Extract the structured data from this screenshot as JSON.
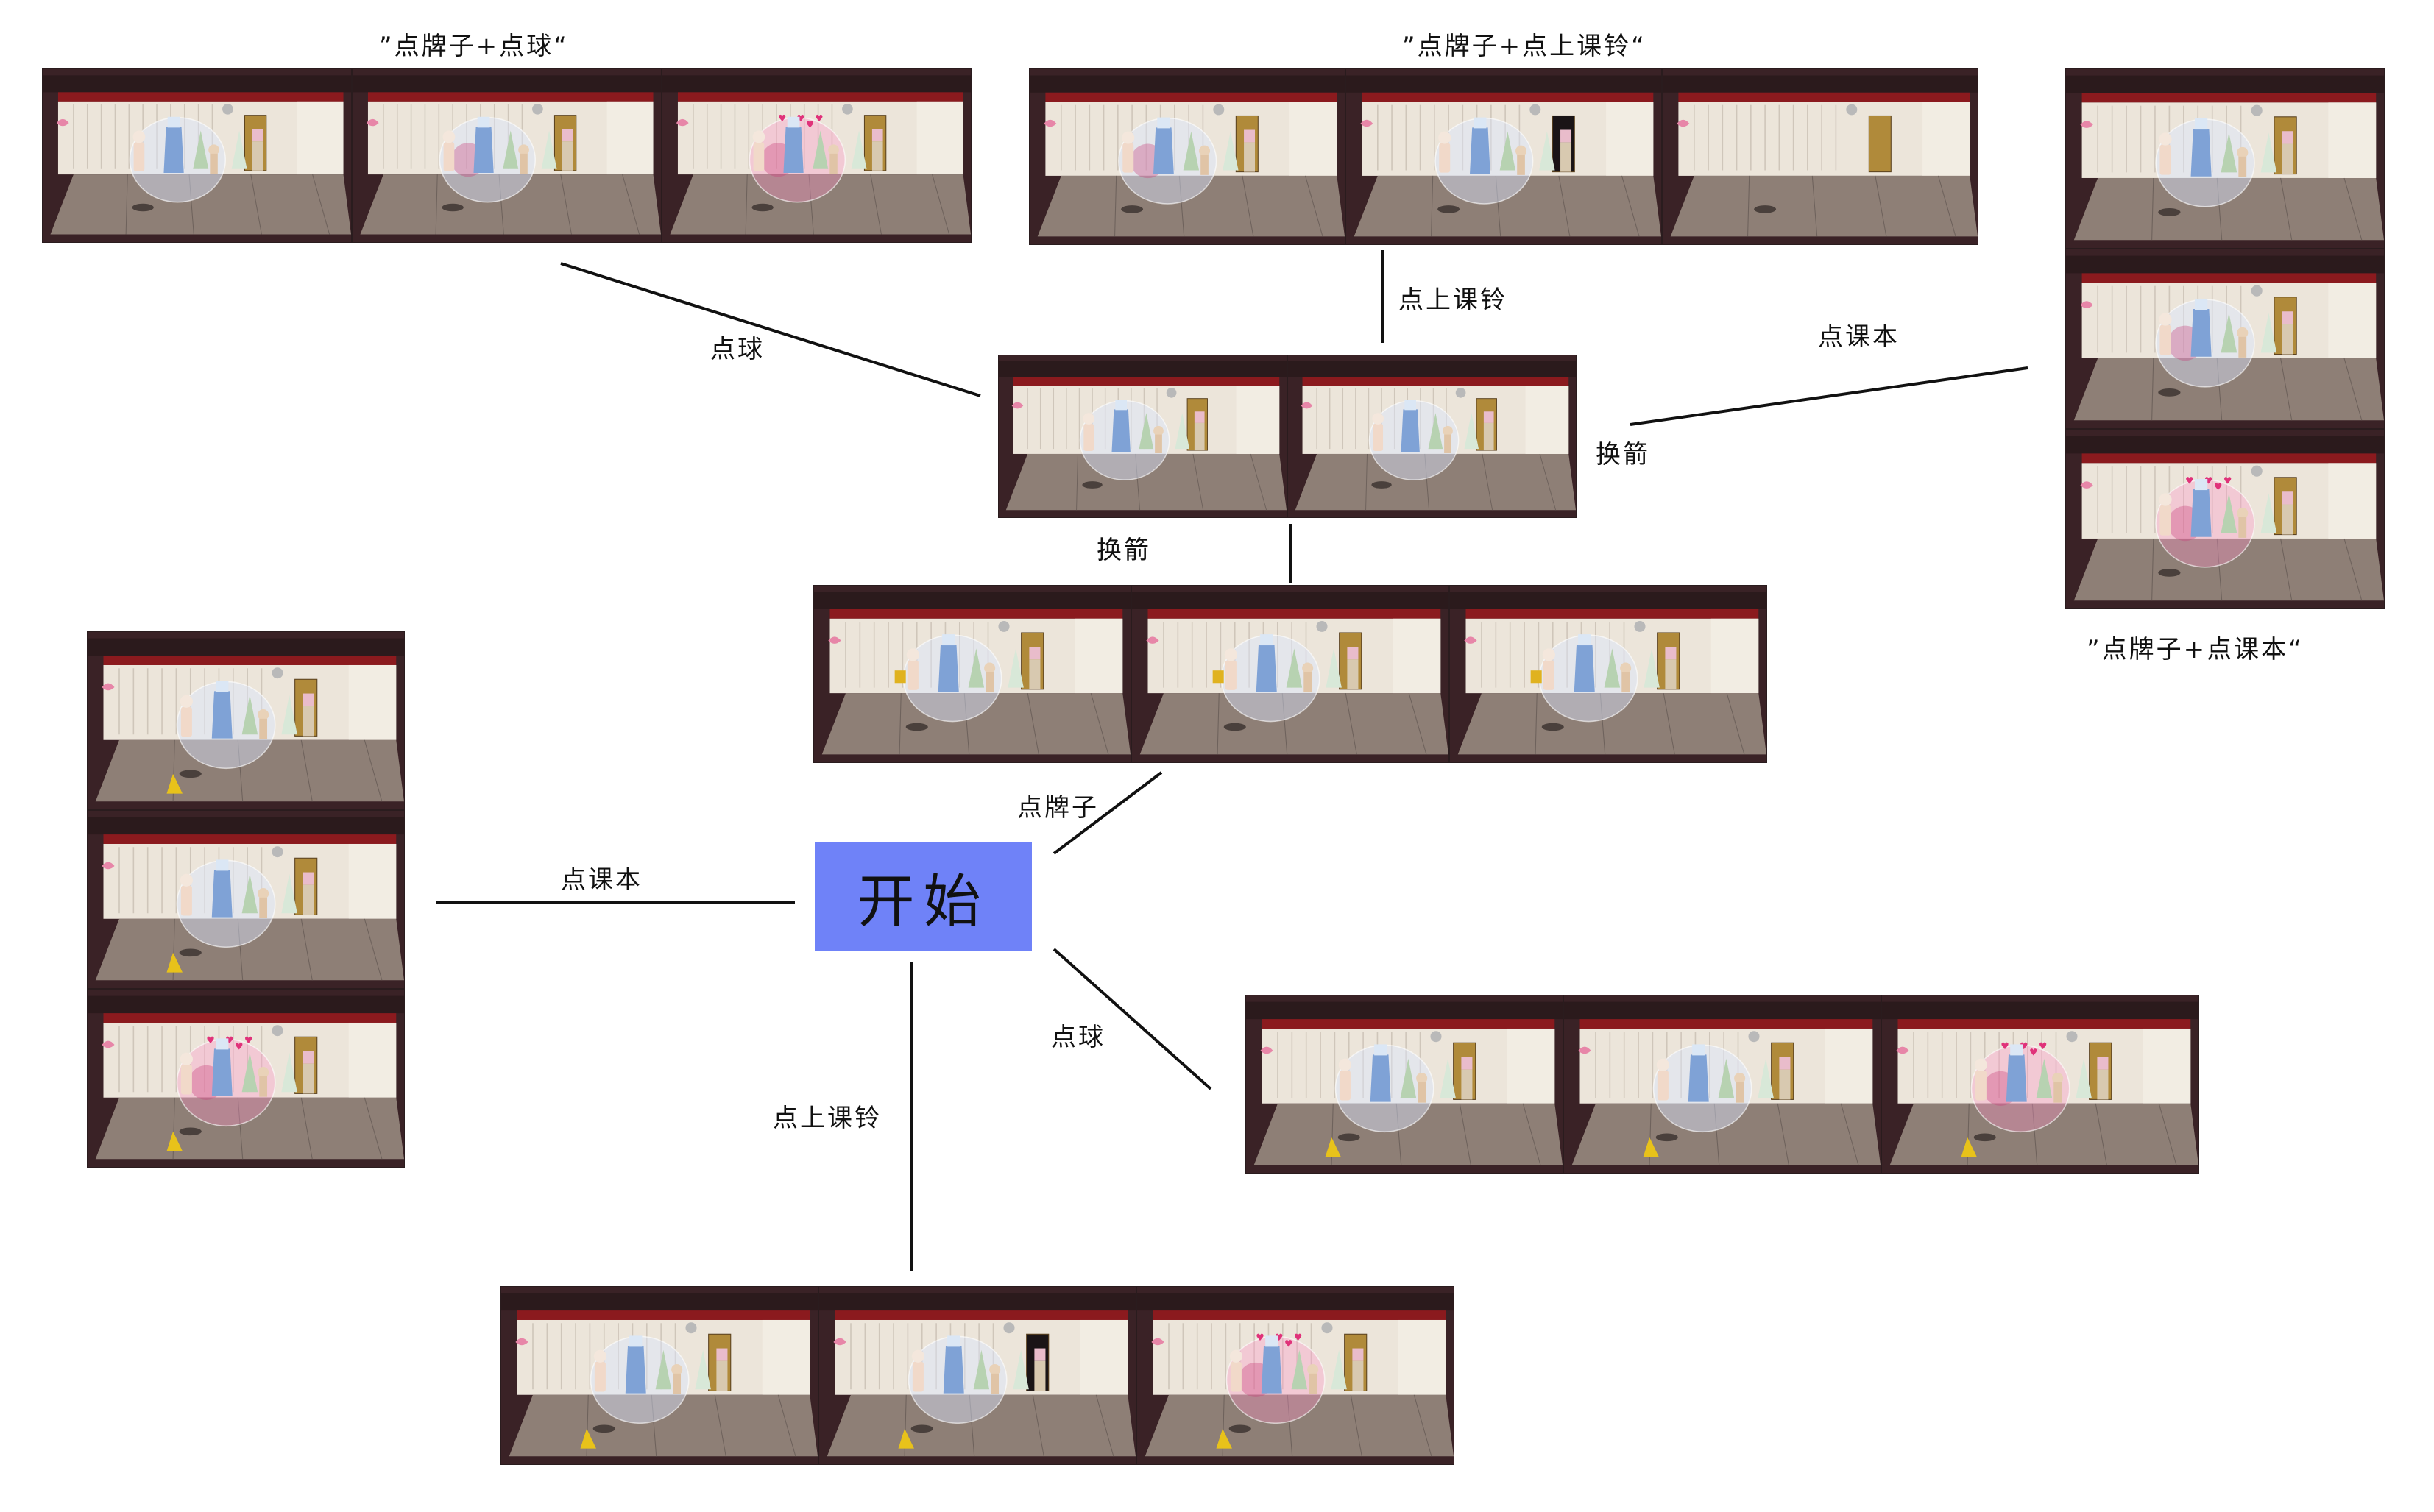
{
  "start_label": "开始",
  "groups": {
    "ball_then_sign": {
      "caption": "”点牌子+点球“",
      "panels": [
        "normal",
        "bubble",
        "hearts"
      ]
    },
    "bell_then_sign": {
      "caption": "”点牌子+点上课铃“",
      "panels": [
        "bubble",
        "door",
        "empty"
      ]
    },
    "book_then_sign": {
      "caption": "”点牌子+点课本“",
      "panels": [
        "normal",
        "bubble",
        "hearts"
      ]
    },
    "swap_arrow": {
      "panels": [
        "normal",
        "normal"
      ]
    },
    "sign": {
      "panels": [
        "sign",
        "sign",
        "sign"
      ]
    },
    "book": {
      "panels": [
        "cone",
        "cone",
        "cone-hearts"
      ]
    },
    "ball": {
      "panels": [
        "cone",
        "cone",
        "cone-hearts"
      ]
    },
    "bell": {
      "panels": [
        "cone",
        "cone-door",
        "cone-hearts"
      ]
    }
  },
  "edge_labels": {
    "click_ball_top": "点球",
    "click_bell_top": "点上课铃",
    "click_book_top": "点课本",
    "swap_arrow_right": "换箭",
    "swap_arrow_below": "换箭",
    "click_sign": "点牌子",
    "click_book_left": "点课本",
    "click_ball_right": "点球",
    "click_bell_bottom": "点上课铃"
  },
  "colors": {
    "start_box": "#6f82f8",
    "edge": "#111111",
    "stage_wall": "#efe8dc",
    "stage_red": "#8b1a1e"
  }
}
